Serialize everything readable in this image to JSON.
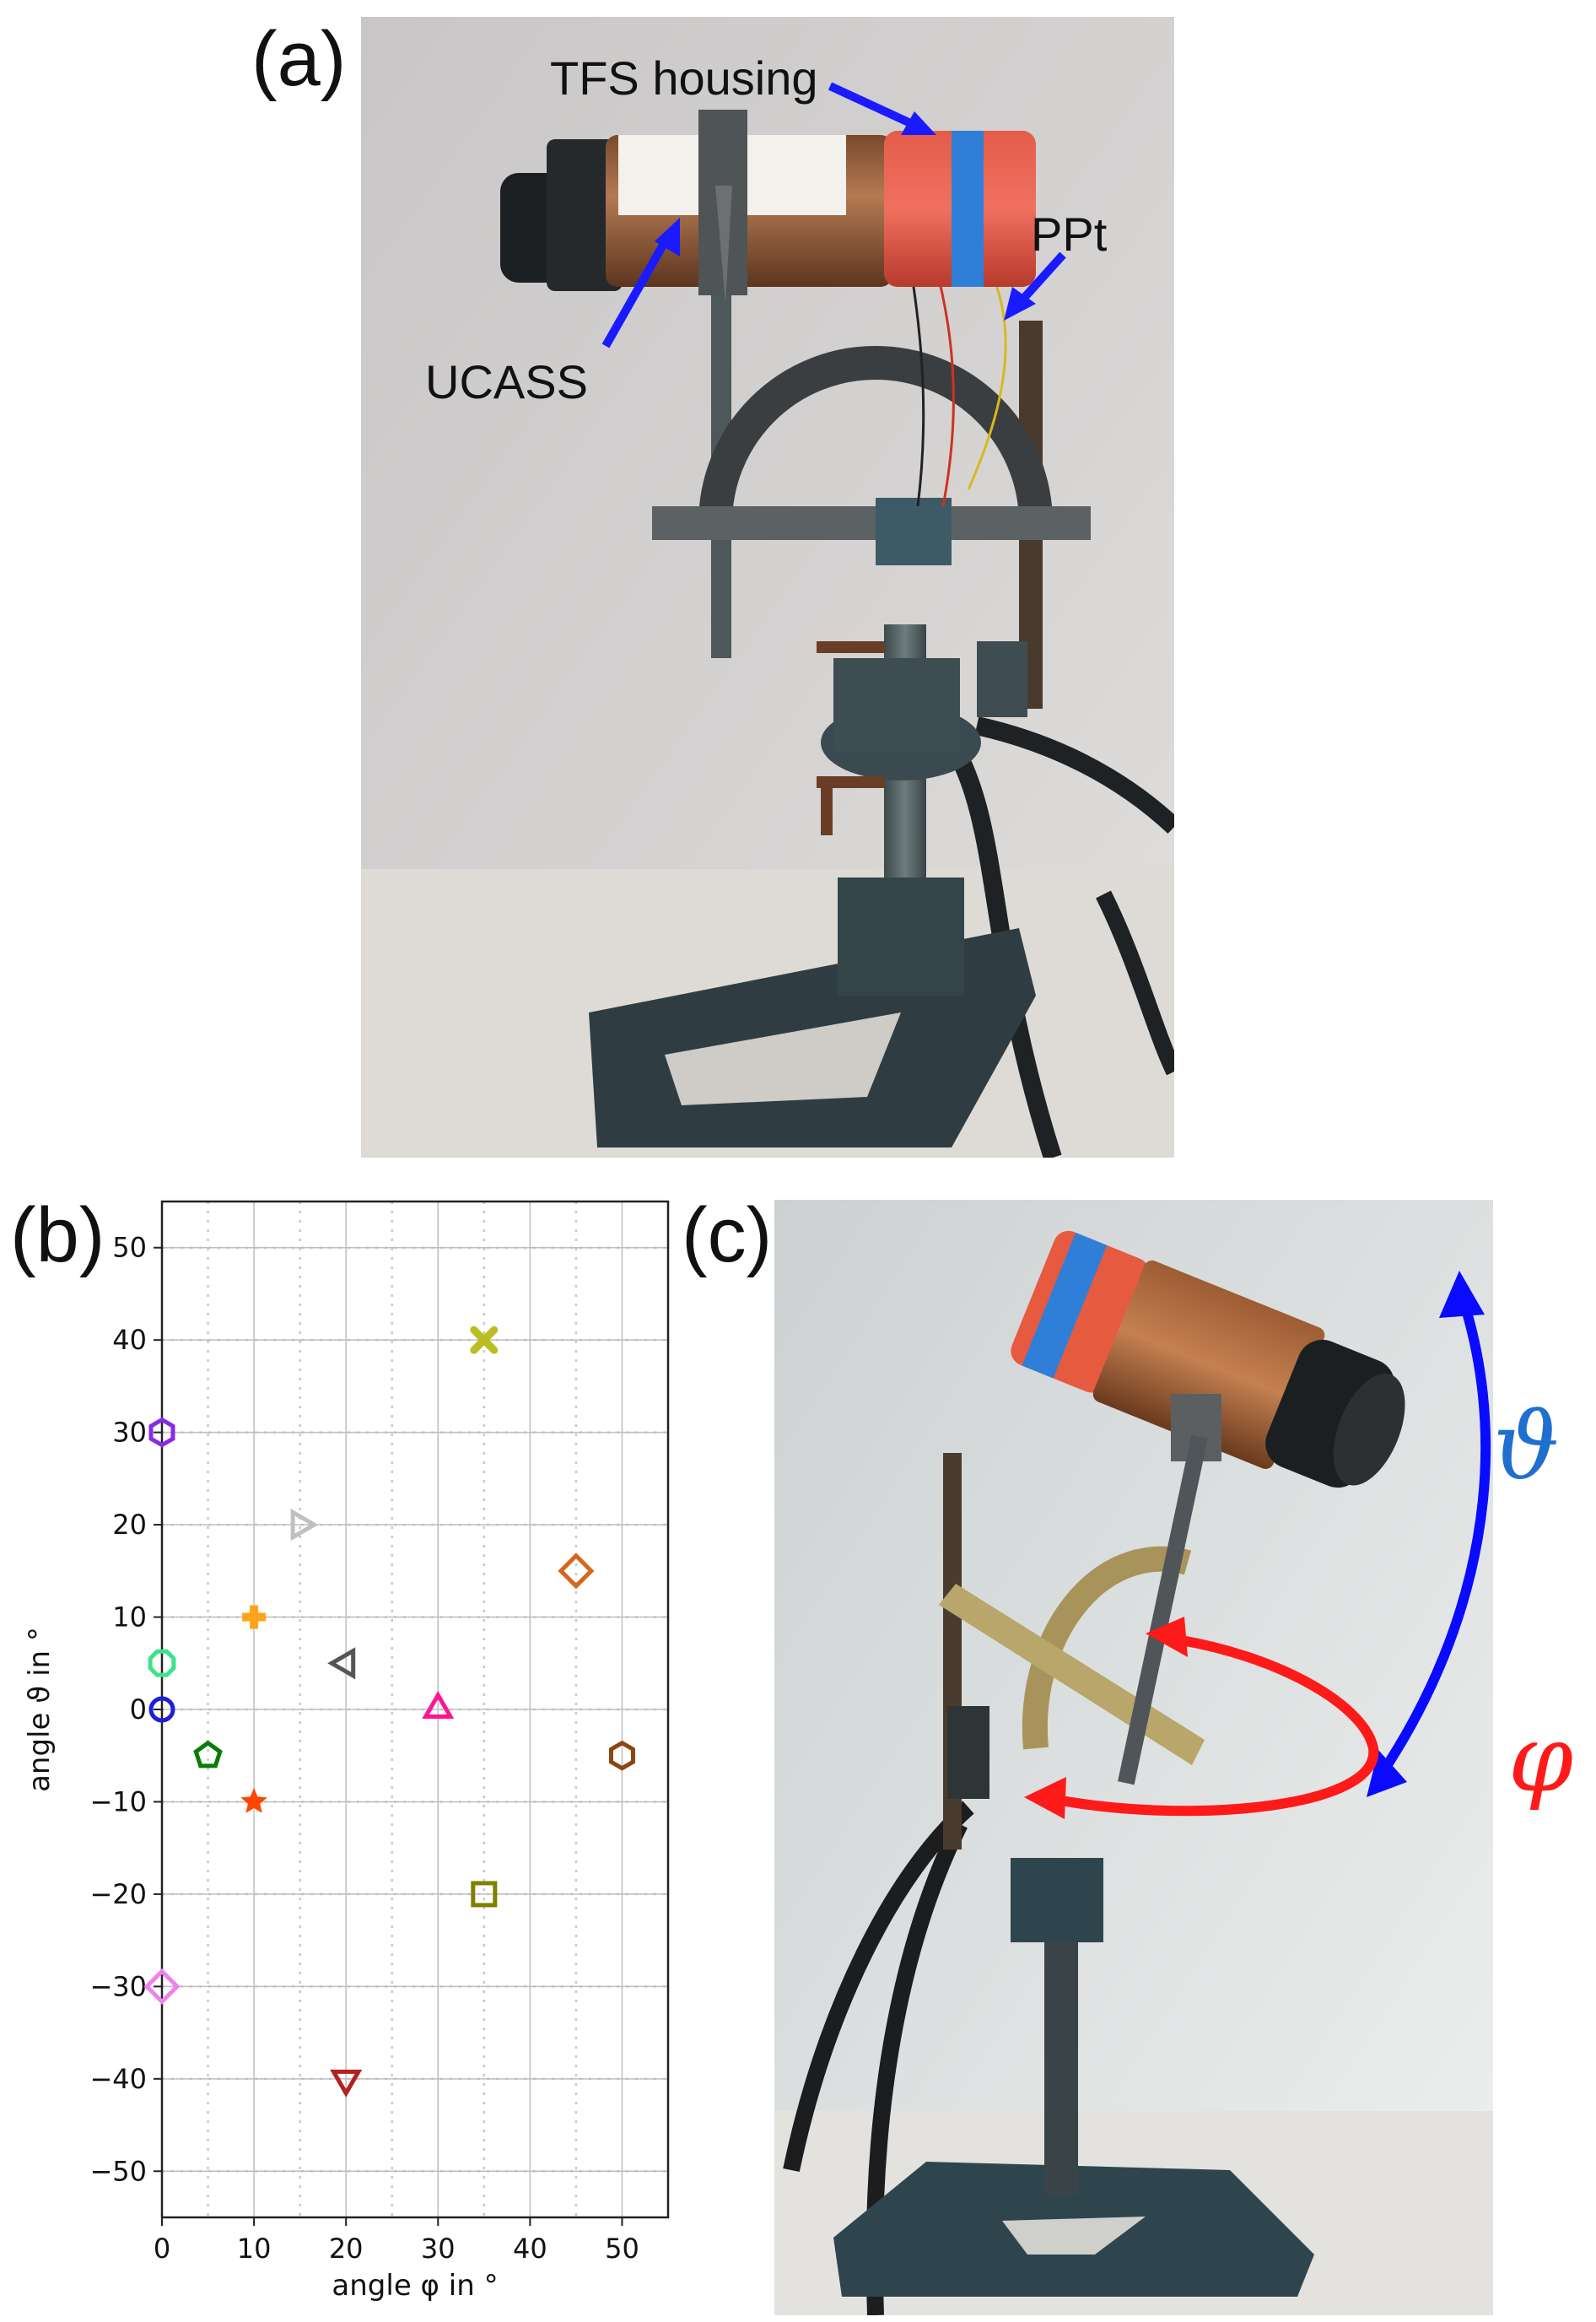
{
  "panels": {
    "a": {
      "label": "(a)"
    },
    "b": {
      "label": "(b)"
    },
    "c": {
      "label": "(c)"
    }
  },
  "photo_a": {
    "annotations": {
      "tfs_housing": "TFS housing",
      "ucass": "UCASS",
      "ppt": "PPt"
    },
    "colors": {
      "arrow": "#1a1aff"
    }
  },
  "photo_c": {
    "symbols": {
      "theta": "ϑ",
      "phi": "φ"
    },
    "colors": {
      "theta_arrow": "#0a0aff",
      "theta_symbol": "#1f6fd0",
      "phi_arrow": "#ff1a1a",
      "phi_symbol": "#ff1a1a"
    }
  },
  "chart_data": {
    "type": "scatter",
    "xlabel": "angle φ in °",
    "ylabel": "angle ϑ in °",
    "xlim": [
      0,
      55
    ],
    "ylim": [
      -55,
      55
    ],
    "xticks": [
      0,
      10,
      20,
      30,
      40,
      50
    ],
    "yticks": [
      -50,
      -40,
      -30,
      -20,
      -10,
      0,
      10,
      20,
      30,
      40,
      50
    ],
    "grid": "major solid, minor dotted",
    "points": [
      {
        "x": 0,
        "y": 0,
        "marker": "circle",
        "color": "#1f1fd6"
      },
      {
        "x": 0,
        "y": 5,
        "marker": "octagon",
        "color": "#3de28a"
      },
      {
        "x": 0,
        "y": 30,
        "marker": "hexagon",
        "color": "#8a2be2"
      },
      {
        "x": 0,
        "y": -30,
        "marker": "diamond",
        "color": "#ee82ee"
      },
      {
        "x": 5,
        "y": -5,
        "marker": "pentagon",
        "color": "#0a7a0a"
      },
      {
        "x": 10,
        "y": 10,
        "marker": "plus",
        "color": "#ffa31a"
      },
      {
        "x": 10,
        "y": -10,
        "marker": "star",
        "color": "#ff4500"
      },
      {
        "x": 15,
        "y": 20,
        "marker": "triangle-right",
        "color": "#c0c0c0"
      },
      {
        "x": 20,
        "y": 5,
        "marker": "triangle-left",
        "color": "#555555"
      },
      {
        "x": 20,
        "y": -40,
        "marker": "triangle-down",
        "color": "#b22222"
      },
      {
        "x": 30,
        "y": 0,
        "marker": "triangle-up",
        "color": "#ff1493"
      },
      {
        "x": 35,
        "y": 40,
        "marker": "x",
        "color": "#bcbd22"
      },
      {
        "x": 35,
        "y": -20,
        "marker": "square",
        "color": "#808000"
      },
      {
        "x": 45,
        "y": 15,
        "marker": "diamond",
        "color": "#d2691e"
      },
      {
        "x": 50,
        "y": -5,
        "marker": "hexagon",
        "color": "#8b4513"
      }
    ]
  }
}
